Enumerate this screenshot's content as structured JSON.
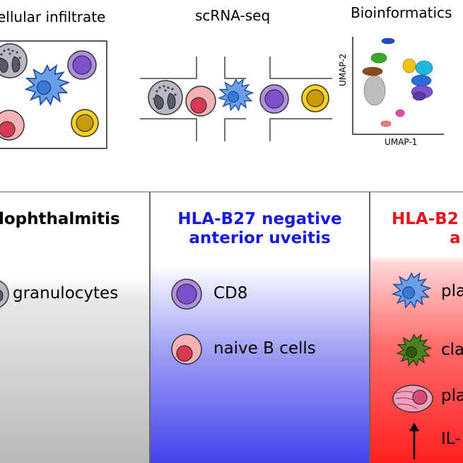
{
  "workflow": {
    "cellular_infiltrate": "ellular infiltrate",
    "scrna_seq": "scRNA-seq",
    "bioinformatics": "Bioinformatics",
    "umap_y": "UMAP-2",
    "umap_x": "UMAP-1"
  },
  "panels": {
    "left": {
      "title": "lophthalmitis",
      "items": [
        "granulocytes"
      ]
    },
    "middle": {
      "title_line1": "HLA-B27 negative",
      "title_line2": "anterior uveitis",
      "title_color": "#1a1adc",
      "items": [
        "CD8",
        "naive B cells"
      ]
    },
    "right": {
      "title_line1": "HLA-B2",
      "title_line2": "a",
      "title_color": "#e8121c",
      "items": [
        "pla",
        "cla",
        "pla",
        "IL-"
      ]
    }
  },
  "colors": {
    "granulocyte": "#a9a9b5",
    "cd8": "#8a5cd0",
    "b_cell": "#e89aa0",
    "dendritic": "#4a86d6",
    "yellow_cell": "#e8b400",
    "green_cell": "#3f6e12",
    "plasma_cell": "#e68aa8"
  }
}
